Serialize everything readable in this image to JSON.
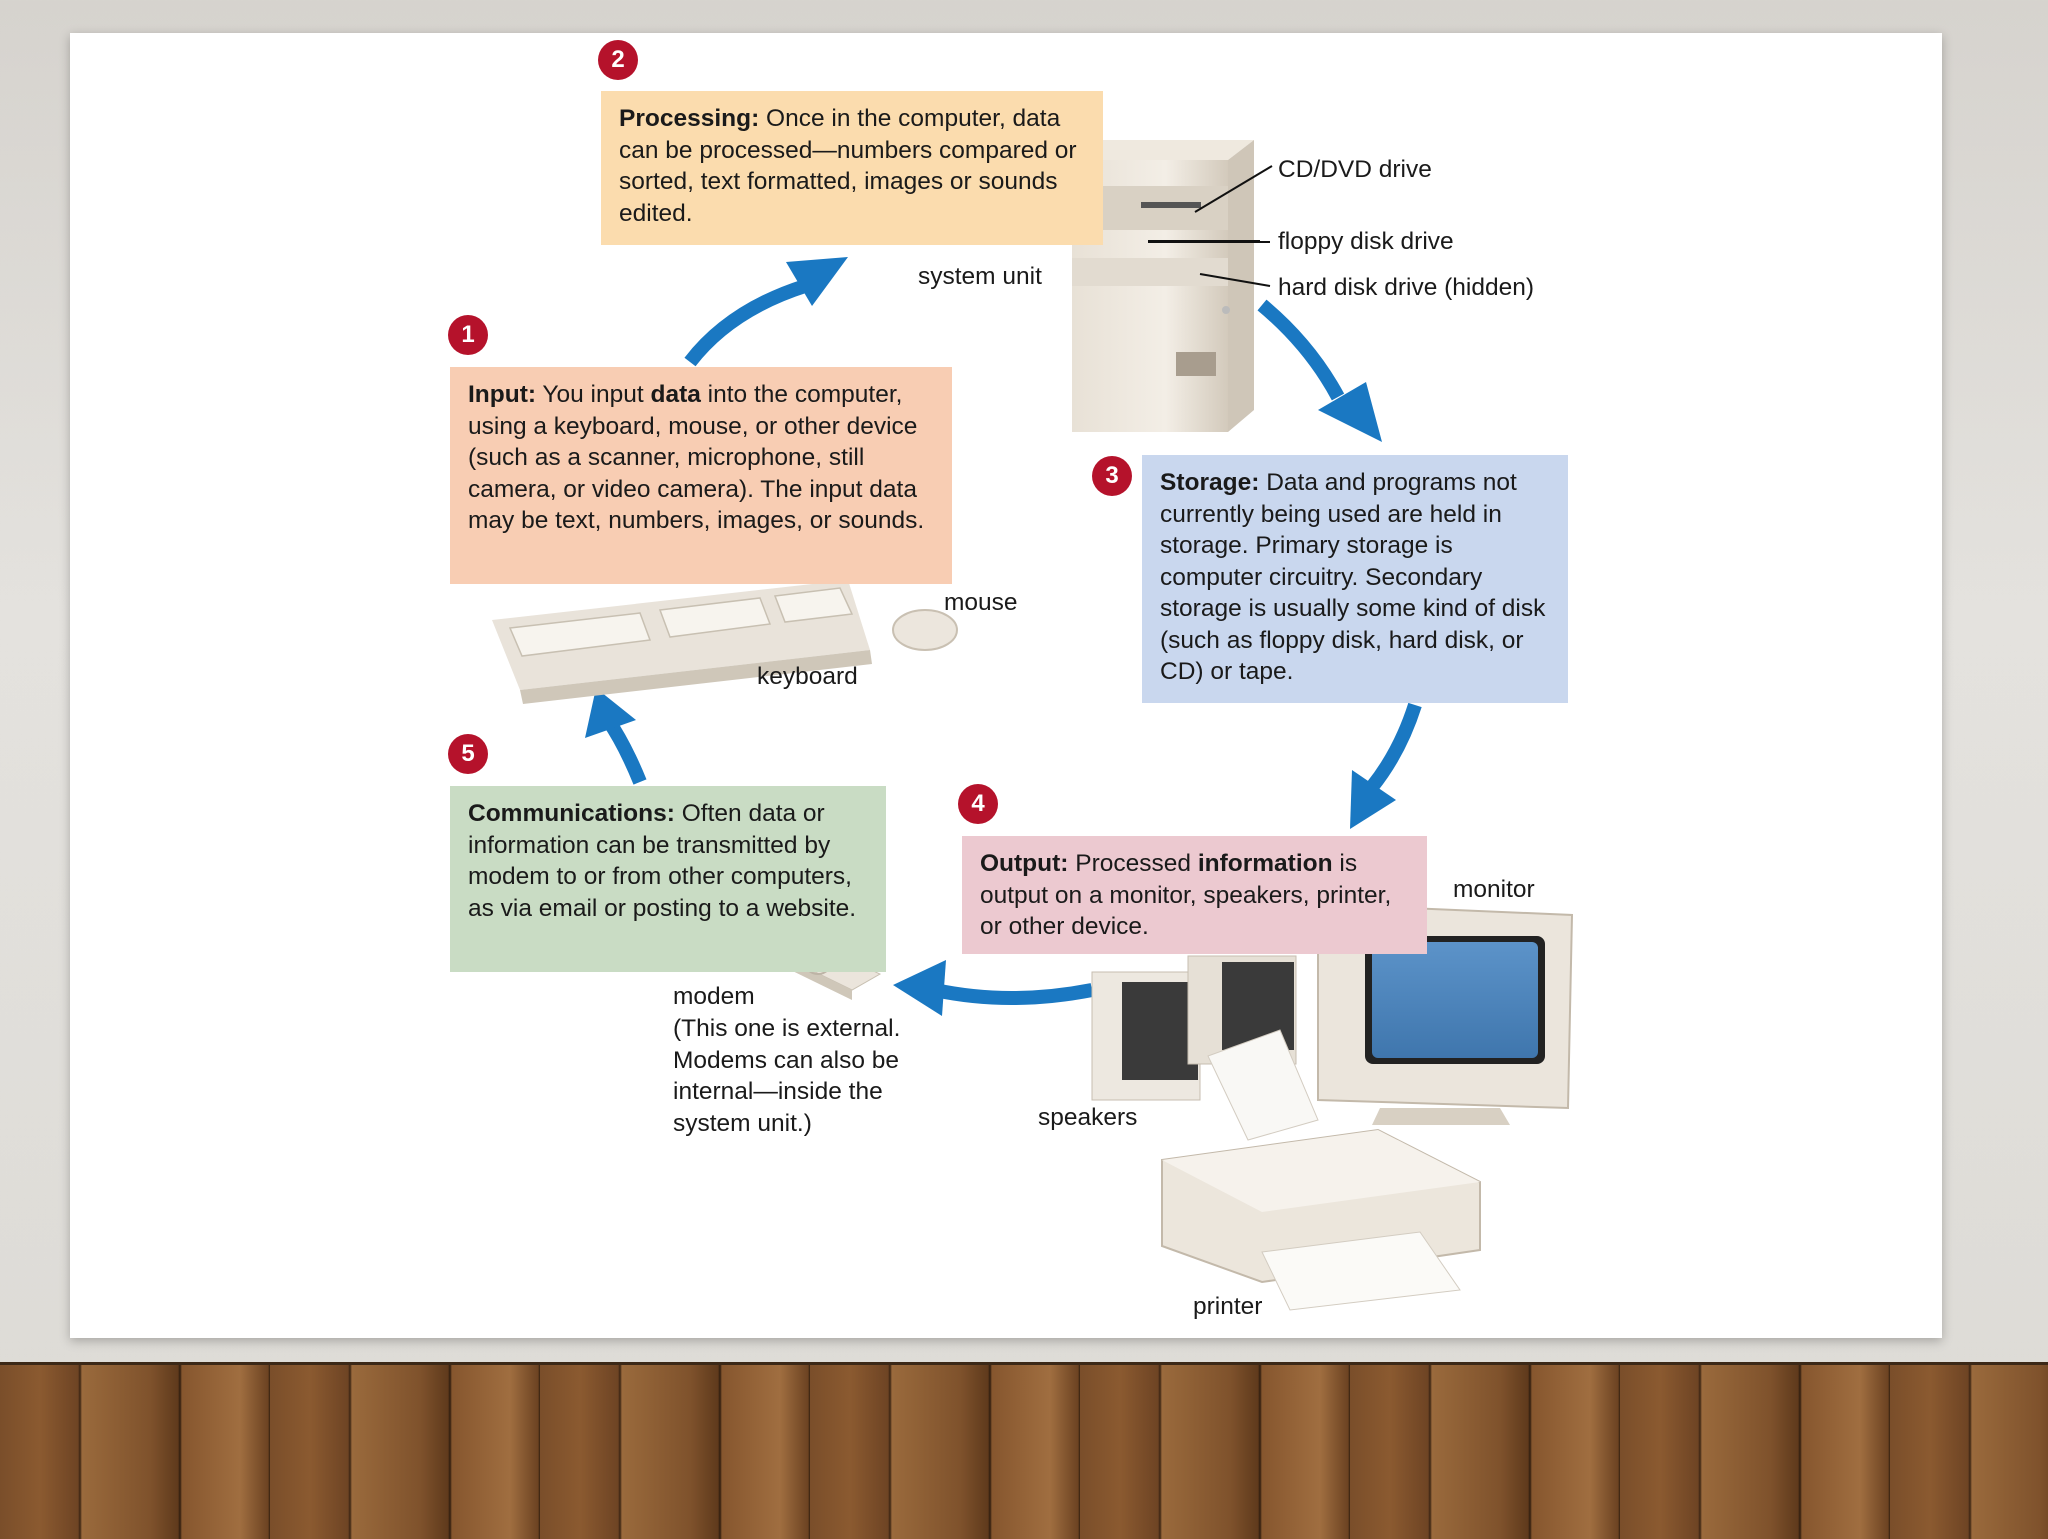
{
  "steps": {
    "input": {
      "number": "1",
      "heading": "Input:",
      "text_a": " You input ",
      "text_bold": "data",
      "text_b": " into the computer, using a keyboard, mouse, or other device (such as a scanner, microphone, still camera, or video camera). The input data may be text, numbers, images, or sounds."
    },
    "processing": {
      "number": "2",
      "heading": "Processing:",
      "text": " Once in the computer, data can be processed—numbers compared or sorted, text formatted, images or sounds edited."
    },
    "storage": {
      "number": "3",
      "heading": "Storage:",
      "text": " Data and programs not currently being used are held in storage. Primary storage is computer circuitry. Secondary storage is usually some kind of disk (such as floppy disk, hard disk, or CD) or tape."
    },
    "output": {
      "number": "4",
      "heading": "Output:",
      "text_a": " Processed ",
      "text_bold": "information",
      "text_b": " is output on a monitor, speakers, printer, or other device."
    },
    "communications": {
      "number": "5",
      "heading": "Communications:",
      "text": " Often data or information can be transmitted by modem to or from other computers, as via email or posting to a website."
    }
  },
  "labels": {
    "system_unit": "system unit",
    "cd_dvd_drive": "CD/DVD drive",
    "floppy_disk_drive": "floppy disk drive",
    "hard_disk_drive": "hard disk drive (hidden)",
    "mouse": "mouse",
    "keyboard": "keyboard",
    "monitor": "monitor",
    "speakers": "speakers",
    "printer": "printer",
    "modem": "modem",
    "modem_note": "(This one is external. Modems can also be internal—inside the system unit.)"
  },
  "colors": {
    "arrow": "#1a78c2",
    "badge": "#b5122b",
    "input_box": "#f8cdb3",
    "processing_box": "#fbdcae",
    "storage_box": "#c9d7ee",
    "output_box": "#ecc9d0",
    "communications_box": "#c9dcc4"
  }
}
